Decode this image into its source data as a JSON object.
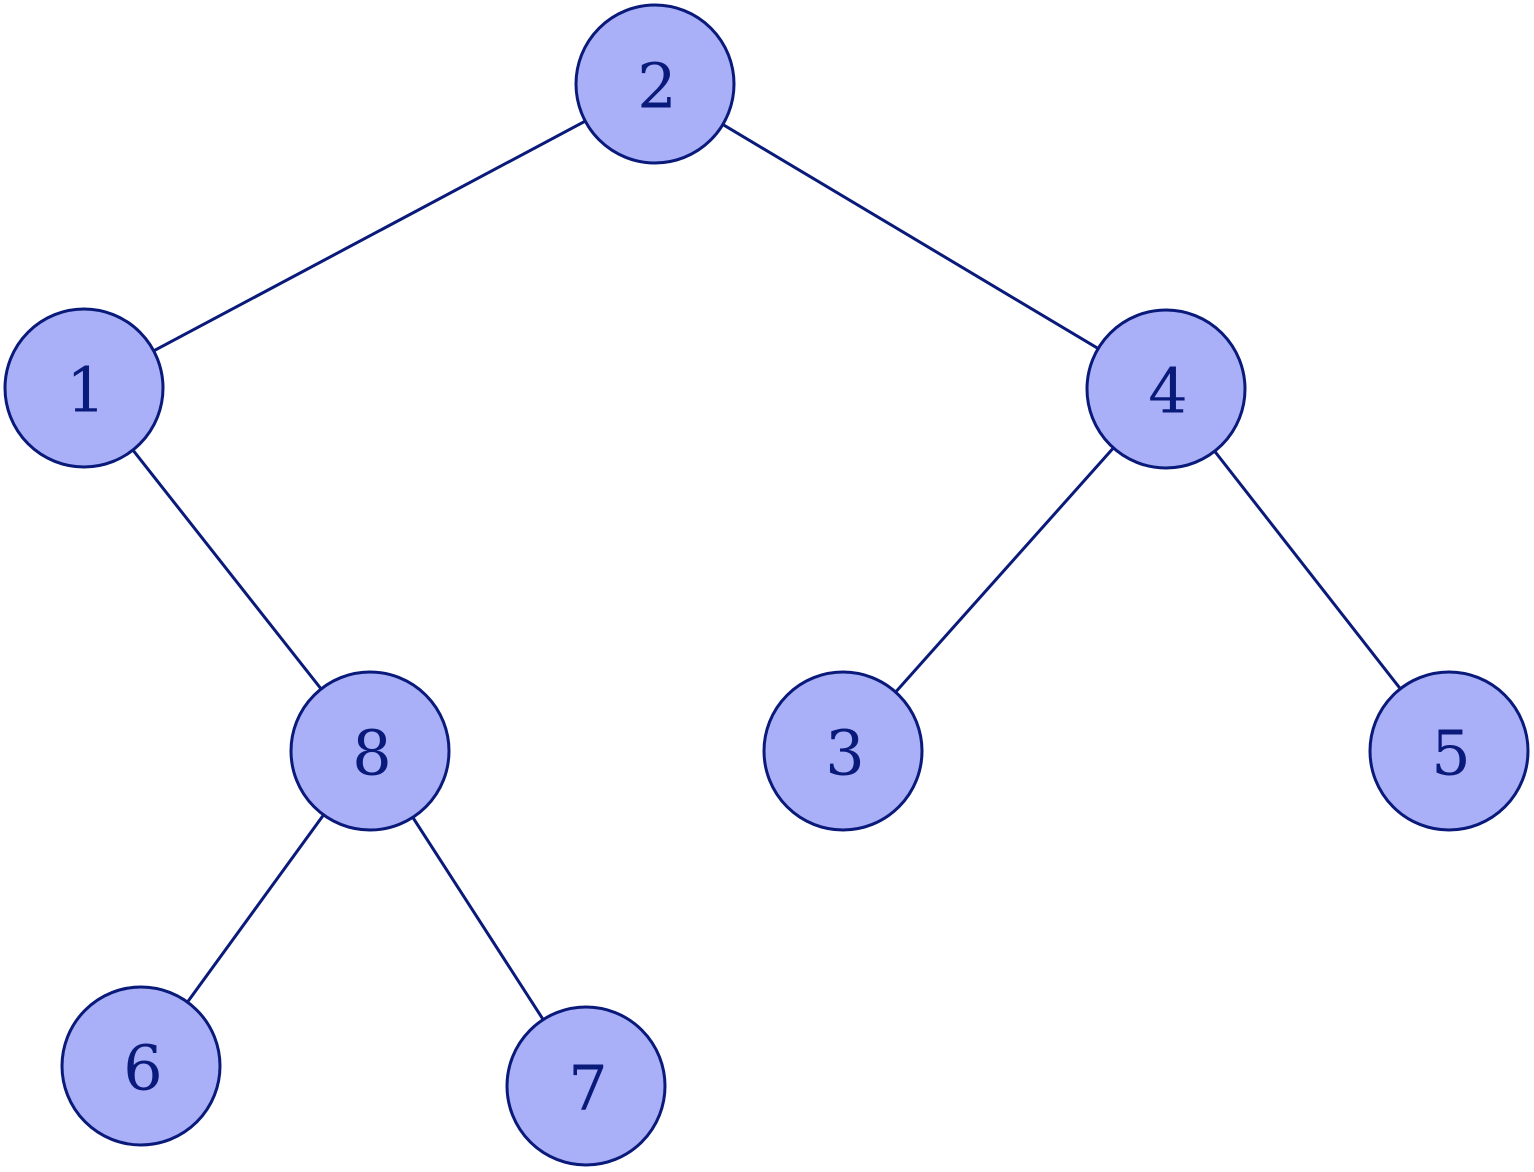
{
  "colors": {
    "node_fill": "#a9b0f7",
    "node_stroke": "#0a1a7a",
    "edge": "#0a1a7a",
    "label": "#0a1a7a",
    "background": "#ffffff"
  },
  "tree": {
    "nodes": [
      {
        "id": "n2",
        "label": "2"
      },
      {
        "id": "n1",
        "label": "1"
      },
      {
        "id": "n4",
        "label": "4"
      },
      {
        "id": "n8",
        "label": "8"
      },
      {
        "id": "n3",
        "label": "3"
      },
      {
        "id": "n5",
        "label": "5"
      },
      {
        "id": "n6",
        "label": "6"
      },
      {
        "id": "n7",
        "label": "7"
      }
    ],
    "edges": [
      {
        "from": "n2",
        "to": "n1"
      },
      {
        "from": "n2",
        "to": "n4"
      },
      {
        "from": "n1",
        "to": "n8"
      },
      {
        "from": "n4",
        "to": "n3"
      },
      {
        "from": "n4",
        "to": "n5"
      },
      {
        "from": "n8",
        "to": "n6"
      },
      {
        "from": "n8",
        "to": "n7"
      }
    ]
  }
}
